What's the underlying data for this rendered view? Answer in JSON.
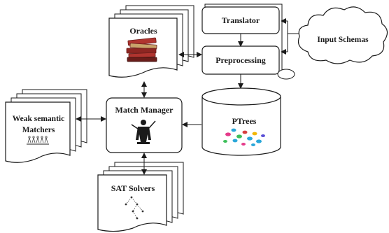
{
  "nodes": {
    "translator": "Translator",
    "preprocessing": "Preprocessing",
    "input_schemas": "Input Schemas",
    "oracles": "Oracles",
    "match_manager": "Match Manager",
    "ptrees": "PTrees",
    "weak_matchers_line1": "Weak semantic",
    "weak_matchers_line2": "Matchers",
    "sat_solvers": "SAT Solvers"
  },
  "colors": {
    "stroke": "#1a1a1a",
    "box_fill": "#ffffff",
    "book_red": "#b0342f",
    "book_dark": "#6a1d1a",
    "book_tan": "#c9a36a"
  },
  "icons": {
    "oracles": "books-icon",
    "match_manager": "conductor-icon",
    "ptrees": "tree-nodes-icon",
    "weak_matchers": "small-graph-icon",
    "sat_solvers": "tree-graph-icon",
    "input_schemas": "cloud-shape"
  }
}
